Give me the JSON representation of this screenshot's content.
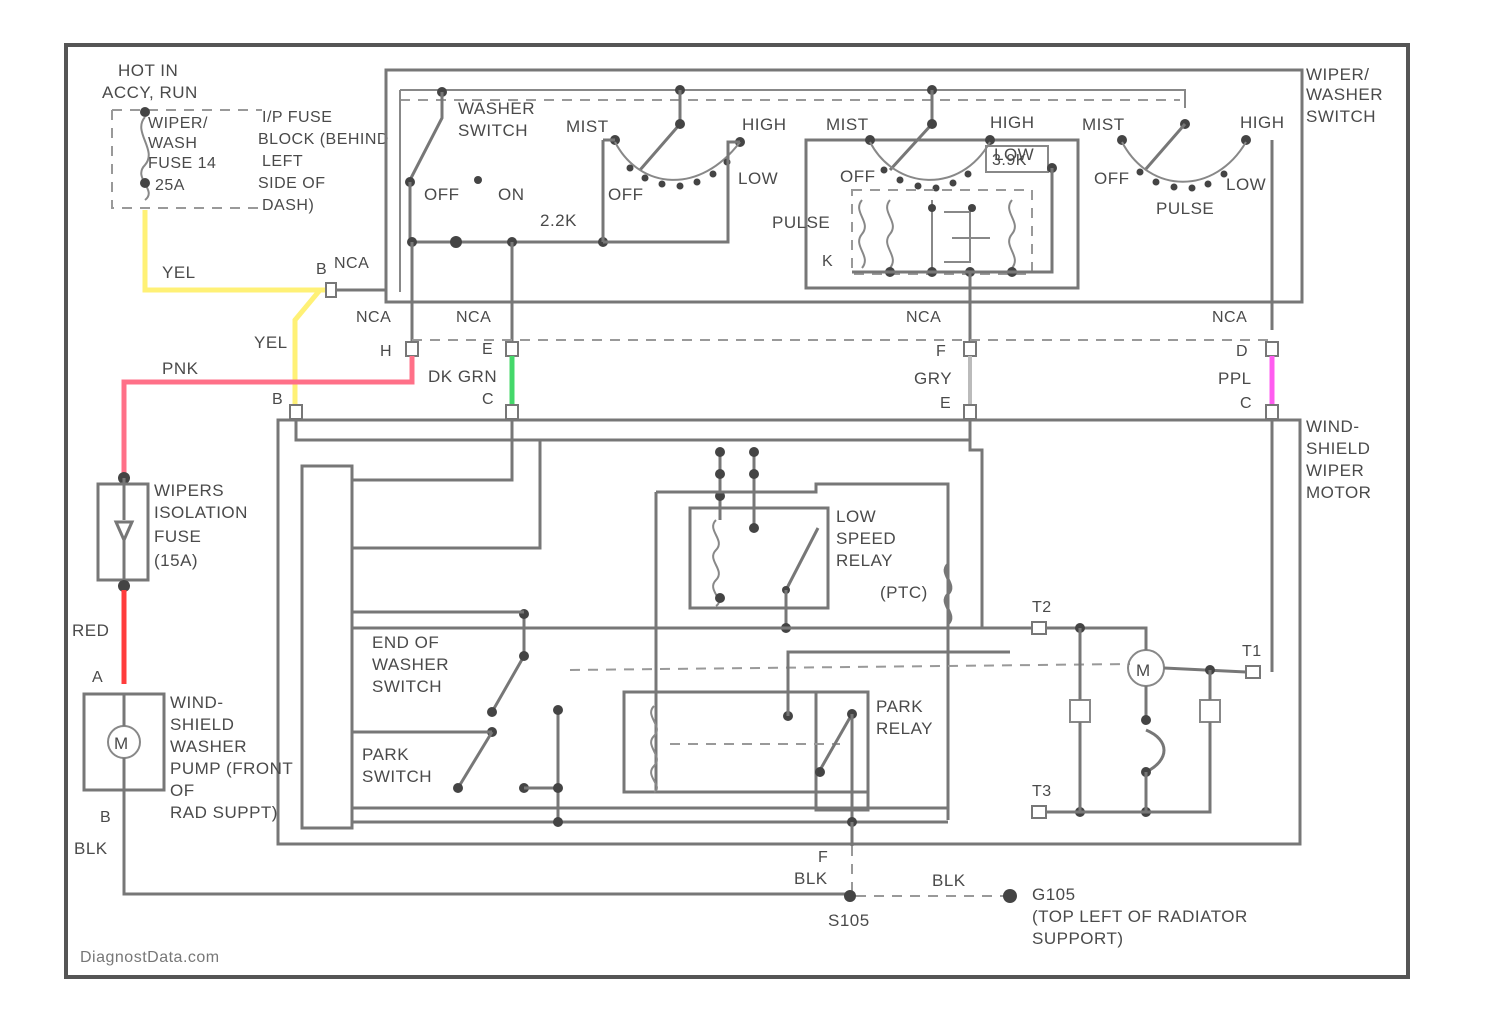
{
  "colors": {
    "yel": "#fff176",
    "pnk": "#ff7088",
    "red": "#ff3c3c",
    "dkgrn": "#44d86a",
    "ppl": "#ff5cf0",
    "wire": "#777777"
  },
  "labels": {
    "hot_in": "HOT IN",
    "accy_run": "ACCY, RUN",
    "wiper_washer_fuse": "WIPER/",
    "wiper_washer_fuse2": "WASH",
    "fuse_14": "FUSE 14",
    "fuse_amp": "25A",
    "ip_fuse": "I/P FUSE",
    "ip_block": "BLOCK (BEHIND",
    "ip_left": "LEFT",
    "ip_side": "SIDE OF",
    "ip_dash": "DASH)",
    "wiper_washer_switch": "WIPER/",
    "wiper_washer_switch2": "WASHER",
    "wiper_washer_switch3": "SWITCH",
    "washer_switch": "WASHER",
    "washer_switch2": "SWITCH",
    "off": "OFF",
    "on": "ON",
    "mist": "MIST",
    "high": "HIGH",
    "low": "LOW",
    "pulse": "PULSE",
    "delay_resistor": "3.9K",
    "ckt_2k": "2.2K",
    "yel": "YEL",
    "nca": "NCA",
    "pnk": "PNK",
    "dk_grn": "DK GRN",
    "gry": "GRY",
    "ppl": "PPL",
    "wiper_iso_fuse": "WIPERS",
    "wiper_iso_fuse2": "ISOLATION",
    "wiper_iso_fuse3": "FUSE",
    "wiper_iso_fuse4": "(15A)",
    "red": "RED",
    "washer_pump": "WIND-",
    "washer_pump2": "SHIELD",
    "washer_pump3": "WASHER",
    "washer_pump4": "PUMP (FRONT",
    "washer_pump5": "OF",
    "washer_pump6": "RAD SUPPT)",
    "blk": "BLK",
    "wiper_motor": "WIND-",
    "wiper_motor2": "SHIELD",
    "wiper_motor3": "WIPER",
    "wiper_motor4": "MOTOR",
    "low_speed_relay": "LOW",
    "low_speed_relay2": "SPEED",
    "low_speed_relay3": "RELAY",
    "ptc": "(PTC)",
    "end_of_washer": "END OF",
    "end_of_washer2": "WASHER",
    "end_of_washer3": "SWITCH",
    "park_switch": "PARK",
    "park_switch2": "SWITCH",
    "park_relay": "PARK",
    "park_relay2": "RELAY",
    "t2": "T2",
    "t1": "T1",
    "t3": "T3",
    "m": "M",
    "g105": "G105",
    "g105_loc": "(TOP LEFT OF RADIATOR",
    "g105_loc2": "SUPPORT)",
    "s105": "S105",
    "pin_a": "A",
    "pin_b": "B",
    "pin_c": "C",
    "pin_d": "D",
    "pin_e": "E",
    "pin_f": "F",
    "pin_h": "H",
    "pin_k": "K",
    "watermark": "DiagnostData.com"
  }
}
